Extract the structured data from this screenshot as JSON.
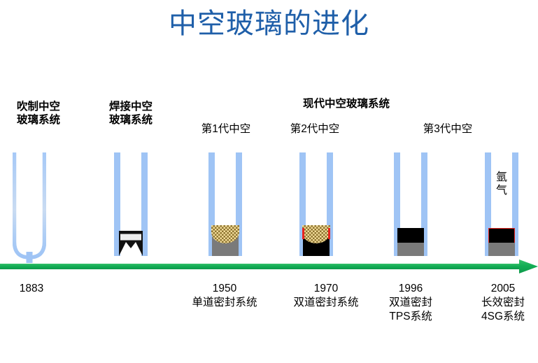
{
  "slide": {
    "title": "中空玻璃的进化",
    "title_color": "#1F5FA9",
    "background_color": "#FFFFFF"
  },
  "headers": {
    "blown_system": "吹制中空\n玻璃系统",
    "blown_system_line1": "吹制中空",
    "blown_system_line2": "玻璃系统",
    "welded_system_line1": "焊接中空",
    "welded_system_line2": "玻璃系统",
    "modern_group": "现代中空玻璃系统",
    "generation_1": "第1代中空",
    "generation_2": "第2代中空",
    "generation_3": "第3代中空"
  },
  "figures": {
    "blown": {
      "name": "吹制中空玻璃系统",
      "glass_color": "#9FC4F5"
    },
    "welded": {
      "name": "焊接中空玻璃系统",
      "glass_color": "#9FC4F5",
      "seal_color": "#000000"
    },
    "gen1": {
      "name": "第1代中空",
      "glass_color": "#9FC4F5",
      "spacer_color": "#7A7A7A",
      "desiccant_color": "#F2DC9A"
    },
    "gen2": {
      "name": "第2代中空",
      "glass_color": "#9FC4F5",
      "spacer_color": "#000000",
      "desiccant_color": "#F2DC9A",
      "butyl_color": "#E8241F"
    },
    "gen3": {
      "name": "第3代中空",
      "glass_color": "#9FC4F5",
      "tps_color": "#000000",
      "spacer_color": "#7A7A7A"
    },
    "gas": {
      "name": "4SG系统",
      "glass_color": "#9FC4F5",
      "gas_label_line1": "氩",
      "gas_label_line2": "气",
      "sealant_color": "#000000",
      "butyl_color": "#E8241F",
      "spacer_color": "#7A7A7A"
    }
  },
  "timeline": {
    "arrow_color": "#1DB25A",
    "direction": "right",
    "entries": [
      {
        "year": "1883",
        "caption_line1": "",
        "caption_line2": ""
      },
      {
        "year": "1950",
        "caption_line1": "单道密封系统",
        "caption_line2": ""
      },
      {
        "year": "1970",
        "caption_line1": "双道密封系统",
        "caption_line2": ""
      },
      {
        "year": "1996",
        "caption_line1": "双道密封",
        "caption_line2": "TPS系统"
      },
      {
        "year": "2005",
        "caption_line1": "长效密封",
        "caption_line2": "4SG系统"
      }
    ]
  }
}
